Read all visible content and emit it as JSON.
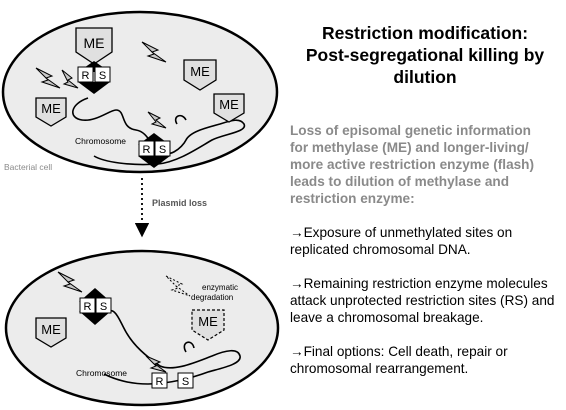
{
  "title_lines": [
    "Restriction modification:",
    "Post-segregational killing by",
    "dilution"
  ],
  "lead_lines": [
    "Loss of episomal genetic information",
    "for methylase (ME) and longer-living/",
    "more active restriction enzyme (flash)",
    "leads to dilution of methylase and",
    "restriction enzyme:"
  ],
  "bullets": [
    {
      "lines": [
        "→Exposure of unmethylated sites on",
        "replicated chromosomal DNA."
      ]
    },
    {
      "lines": [
        "→Remaining restriction enzyme molecules",
        "attack unprotected restriction sites (RS) and",
        "leave a chromosomal breakage."
      ]
    },
    {
      "lines": [
        "→Final options: Cell death, repair or",
        "chromosomal rearrangement."
      ]
    }
  ],
  "diagram": {
    "methylase_label": "ME",
    "r_label": "R",
    "s_label": "S",
    "chromosome_label": "Chromosome",
    "bacterial_cell_label": "Bacterial cell",
    "plasmid_loss_label": "Plasmid loss",
    "degradation_line1": "enzymatic",
    "degradation_line2": "degradation"
  },
  "colors": {
    "cell_fill": "#ececec",
    "methylase_fill": "#e0e0e0",
    "enzyme_fill": "#c8c8c8",
    "lead_text": "#8a8a8a"
  },
  "icons": [
    "methylase-shield-icon",
    "restriction-enzyme-flash-icon",
    "methylation-diamond-icon",
    "plasmid-loss-arrow-icon"
  ]
}
